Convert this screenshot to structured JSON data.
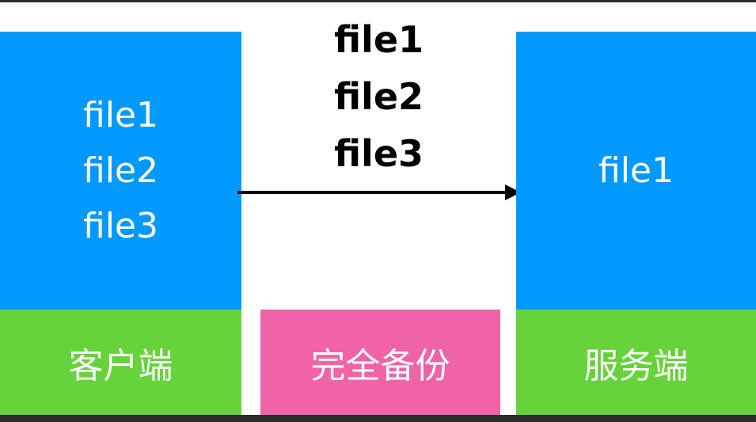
{
  "client": {
    "files": [
      "file1",
      "file2",
      "file3"
    ],
    "label": "客户端"
  },
  "transfer": {
    "files": [
      "file1",
      "file2",
      "file3"
    ]
  },
  "backup": {
    "label": "完全备份"
  },
  "server": {
    "files": [
      "file1"
    ],
    "label": "服务端"
  },
  "colors": {
    "box": "#0099ff",
    "label": "#66d33a",
    "backup": "#f063a6",
    "arrow": "#000000"
  }
}
